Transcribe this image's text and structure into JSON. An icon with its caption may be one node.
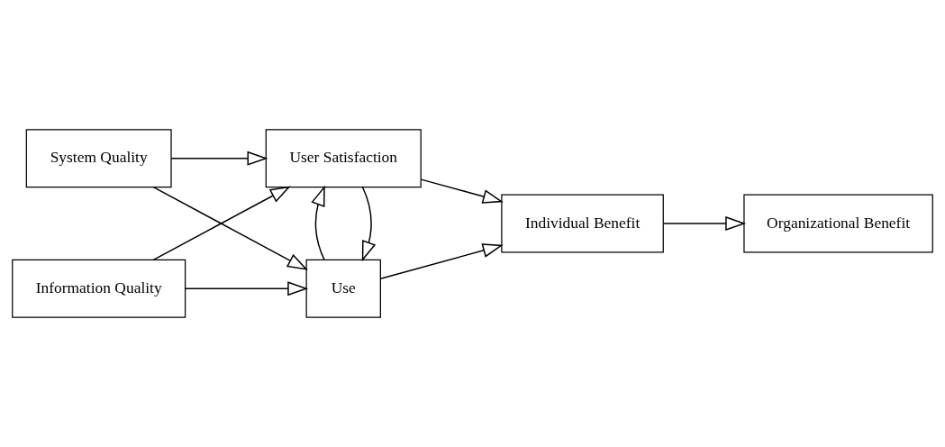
{
  "diagram": {
    "nodes": [
      {
        "text": [
          "System Quality"
        ]
      },
      {
        "text": [
          "Information Quality"
        ]
      },
      {
        "text": [
          "Use"
        ]
      },
      {
        "text": [
          "User Satisfaction"
        ]
      },
      {
        "text": [
          "Individual Benefit"
        ]
      },
      {
        "text": [
          "Organizational Benefit"
        ]
      }
    ],
    "edges": [
      {
        "from": 0,
        "to": 2,
        "arrow": "to"
      },
      {
        "from": 0,
        "to": 3,
        "arrow": "to"
      },
      {
        "from": 1,
        "to": 2,
        "arrow": "to"
      },
      {
        "from": 1,
        "to": 3,
        "arrow": "to"
      },
      {
        "from": 3,
        "to": 2,
        "arrow": "to"
      },
      {
        "from": 2,
        "to": 3,
        "arrow": "to"
      },
      {
        "from": 2,
        "to": 4,
        "arrow": "to"
      },
      {
        "from": 3,
        "to": 4,
        "arrow": "to"
      },
      {
        "from": 4,
        "to": 5,
        "arrow": "to"
      }
    ]
  }
}
